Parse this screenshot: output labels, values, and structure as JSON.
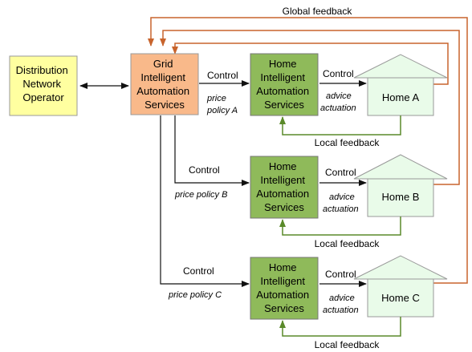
{
  "global_feedback_label": "Global feedback",
  "dno": {
    "lines": [
      "Distribution",
      "Network",
      "Operator"
    ]
  },
  "grid": {
    "lines": [
      "Grid",
      "Intelligent",
      "Automation",
      "Services"
    ]
  },
  "rows": [
    {
      "control_left": "Control",
      "price_policy_lines": [
        "price",
        "policy A"
      ],
      "hias_lines": [
        "Home",
        "Intelligent",
        "Automation",
        "Services"
      ],
      "control_right": "Control",
      "advice": "advice",
      "actuation": "actuation",
      "home": "Home A",
      "local_feedback": "Local feedback"
    },
    {
      "control_left": "Control",
      "price_policy_lines": [
        "price policy B"
      ],
      "hias_lines": [
        "Home",
        "Intelligent",
        "Automation",
        "Services"
      ],
      "control_right": "Control",
      "advice": "advice",
      "actuation": "actuation",
      "home": "Home B",
      "local_feedback": "Local feedback"
    },
    {
      "control_left": "Control",
      "price_policy_lines": [
        "price policy C"
      ],
      "hias_lines": [
        "Home",
        "Intelligent",
        "Automation",
        "Services"
      ],
      "control_right": "Control",
      "advice": "advice",
      "actuation": "actuation",
      "home": "Home C",
      "local_feedback": "Local feedback"
    }
  ],
  "colors": {
    "dno_fill": "#ffffa0",
    "grid_fill": "#f9b98a",
    "hias_fill": "#8fba5a",
    "home_fill": "#e9fbe9",
    "global_feedback": "#c8642d",
    "local_feedback": "#5a8a2a"
  }
}
